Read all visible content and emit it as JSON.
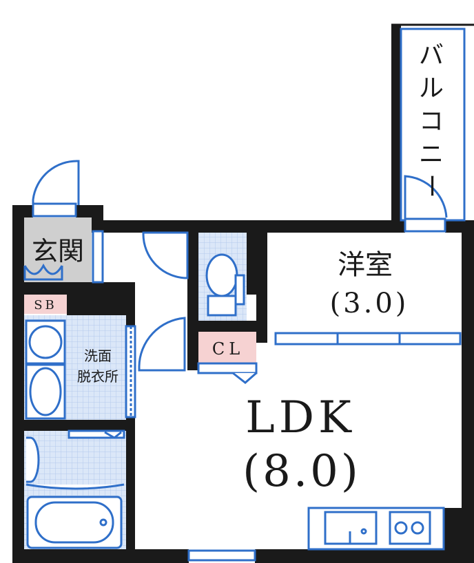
{
  "rooms": {
    "genkan": "玄関",
    "sb": "SB",
    "washroom_line1": "洗面",
    "washroom_line2": "脱衣所",
    "cl": "CL",
    "youshitsu": "洋室",
    "youshitsu_size": "(3.0)",
    "ldk": "LDK",
    "ldk_size": "(8.0)",
    "balcony": [
      "バ",
      "ル",
      "コ",
      "ニ",
      "ー"
    ]
  },
  "colors": {
    "wall": "#1a1a1a",
    "fixture_blue": "#2f6fc9",
    "tile_blue": "#dbe7f8",
    "entrance_gray": "#cfcfcf",
    "storage_pink": "#f6d2d2"
  }
}
